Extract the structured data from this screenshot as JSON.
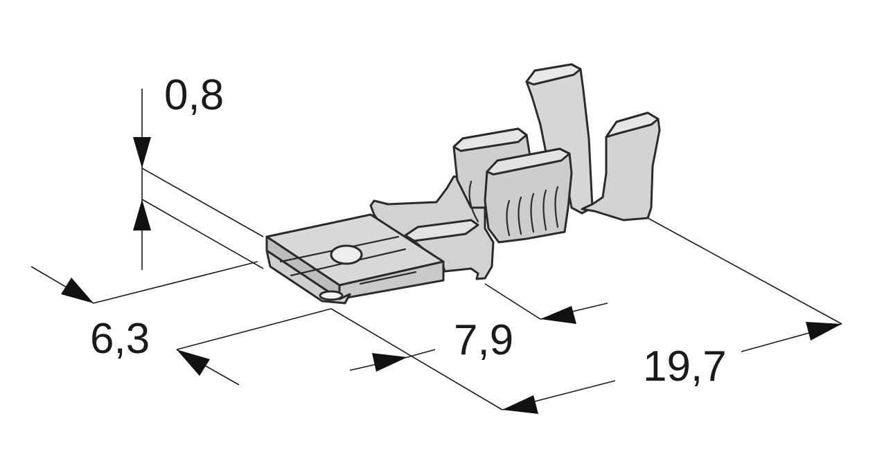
{
  "dimensions": {
    "thickness": "0,8",
    "tab_width": "6,3",
    "tab_length": "7,9",
    "overall_length": "19,7"
  },
  "colors": {
    "metal_light": "#d9d9d9",
    "metal_mid": "#c6c6c6",
    "metal_dark": "#a9a9a9",
    "line": "#1a1a1a"
  }
}
